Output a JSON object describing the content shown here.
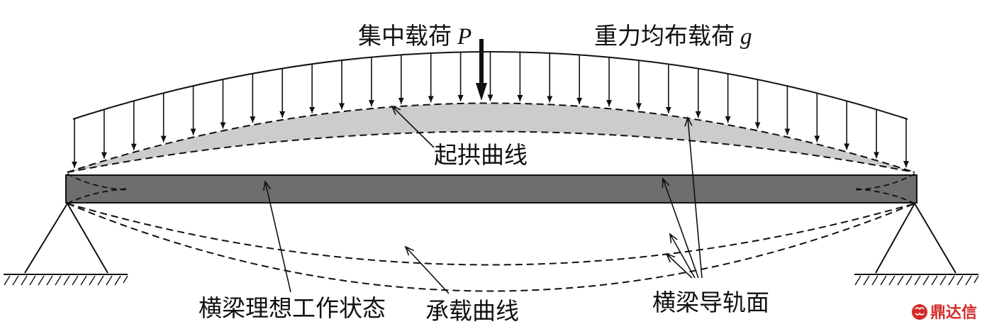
{
  "labels": {
    "concentrated_load": "集中载荷",
    "concentrated_symbol": "P",
    "gravity_load": "重力均布载荷",
    "gravity_symbol": "g",
    "camber_curve": "起拱曲线",
    "ideal_state": "横梁理想工作状态",
    "load_curve": "承载曲线",
    "guide_surface": "横梁导轨面"
  },
  "watermark": "鼎达信",
  "colors": {
    "beam": "#6e6e6e",
    "camber_fill": "#cccccc",
    "line": "#111111",
    "watermark": "#d42a2a"
  }
}
